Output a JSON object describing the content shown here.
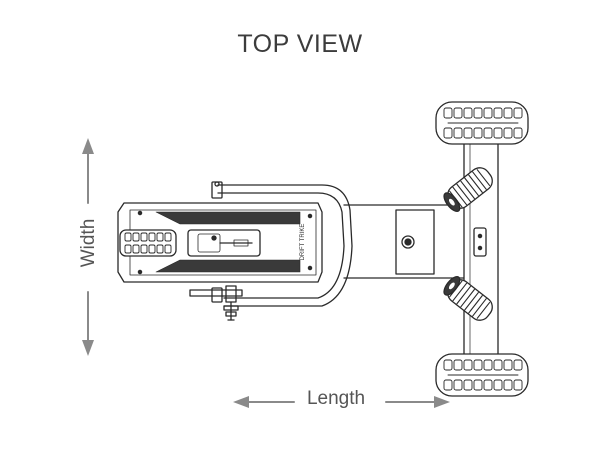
{
  "title": "TOP VIEW",
  "dimensions": {
    "length_label": "Length",
    "width_label": "Width"
  },
  "product_logo_text": "DRIFT TRIKE",
  "colors": {
    "line": "#2a2a2a",
    "arrow": "#8a8a8a",
    "text": "#3c3c3c"
  }
}
